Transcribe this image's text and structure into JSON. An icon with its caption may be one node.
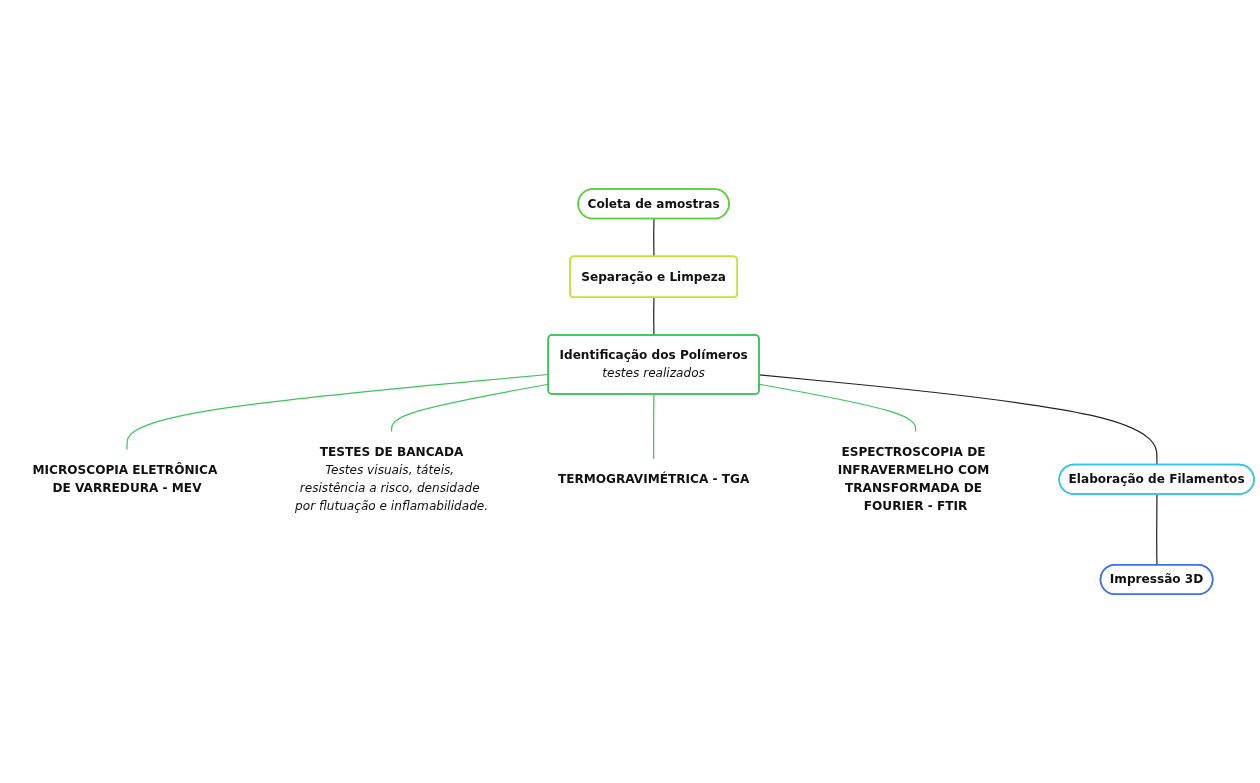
{
  "diagram": {
    "nodes": [
      {
        "text": [
          "Coleta de amostras"
        ]
      },
      {
        "text": [
          "Separação e Limpeza"
        ]
      },
      {
        "text": [
          "Identificação dos Polímeros",
          "testes realizados"
        ]
      },
      {
        "text": [
          "MICROSCOPIA ELETRÔNICA DE VARREDURA - MEV"
        ]
      },
      {
        "text": [
          "TESTES DE BANCADA",
          "Testes visuais, táteis, resistência a risco, densidade por flutuação e inflamabilidade."
        ]
      },
      {
        "text": [
          "TERMOGRAVIMÉTRICA - TGA"
        ]
      },
      {
        "text": [
          "ESPECTROSCOPIA DE INFRAVERMELHO COM TRANSFORMADA DE FOURIER - FTIR"
        ]
      },
      {
        "text": [
          "Elaboração de Filamentos"
        ]
      },
      {
        "text": [
          "Impressão 3D"
        ]
      }
    ],
    "edges": [
      {
        "from": 0,
        "to": 1,
        "arrow": "none"
      },
      {
        "from": 1,
        "to": 2,
        "arrow": "none"
      },
      {
        "from": 2,
        "to": 3,
        "arrow": "none",
        "color": "#3cc35a"
      },
      {
        "from": 2,
        "to": 4,
        "arrow": "none",
        "color": "#3cc35a"
      },
      {
        "from": 2,
        "to": 5,
        "arrow": "none",
        "color": "#3cc35a"
      },
      {
        "from": 2,
        "to": 6,
        "arrow": "none",
        "color": "#3cc35a"
      },
      {
        "from": 2,
        "to": 7,
        "arrow": "none"
      },
      {
        "from": 7,
        "to": 8,
        "arrow": "none"
      }
    ]
  }
}
